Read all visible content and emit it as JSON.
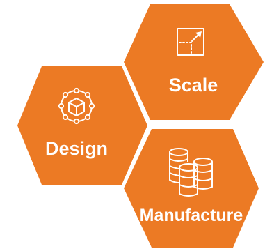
{
  "colors": {
    "hexagon": "#EC7A24",
    "label": "#FFFFFF",
    "icon": "#FFFFFF",
    "background": "#FFFFFF"
  },
  "hexagons": [
    {
      "id": "scale",
      "label": "Scale",
      "icon": "resize-arrow-icon"
    },
    {
      "id": "design",
      "label": "Design",
      "icon": "cube-network-icon"
    },
    {
      "id": "manufacture",
      "label": "Manufacture",
      "icon": "database-stack-icon"
    }
  ]
}
